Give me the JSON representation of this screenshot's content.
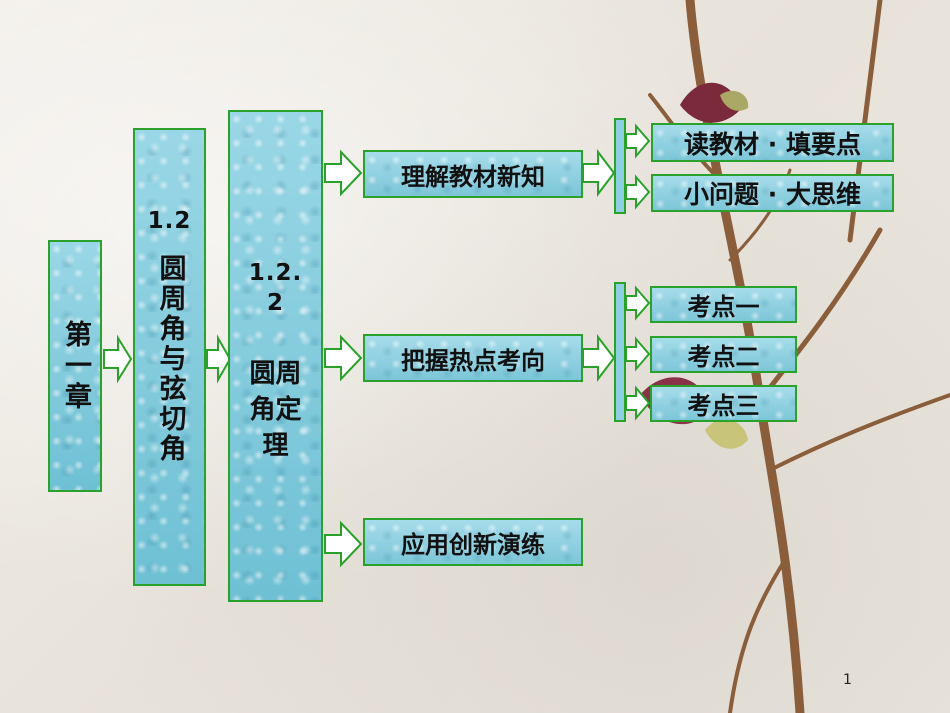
{
  "nodes": {
    "chapter": "第一章",
    "section_number": "1.2",
    "section_title": "圆周角与弦切角",
    "subsection_number_a": "1.2.",
    "subsection_number_b": "2",
    "subsection_title": "圆周角定理",
    "branch_1": "理解教材新知",
    "branch_2": "把握热点考向",
    "branch_3": "应用创新演练",
    "leaf_1_1": "读教材 · 填要点",
    "leaf_1_2": "小问题 · 大思维",
    "leaf_2_1": "考点一",
    "leaf_2_2": "考点二",
    "leaf_2_3": "考点三"
  },
  "page_number": "1",
  "colors": {
    "border": "#2aa12a",
    "box_fill": "#8fd0e0",
    "arrow_fill": "#ffffff"
  }
}
